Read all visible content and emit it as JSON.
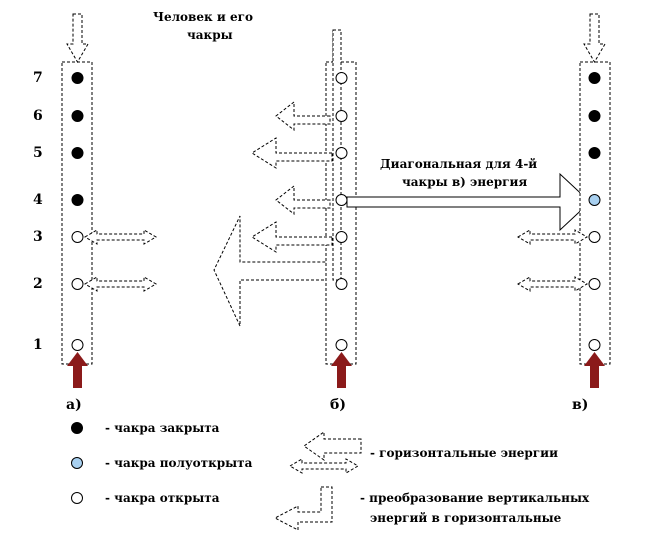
{
  "title_line1": "Человек и его",
  "title_line2": "чакры",
  "levels": [
    "7",
    "6",
    "5",
    "4",
    "3",
    "2",
    "1"
  ],
  "column_labels": {
    "a": "а)",
    "b": "б)",
    "c": "в)"
  },
  "diagonal_label_line1": "Диагональная для 4-й",
  "diagonal_label_line2": "чакры в) энергия",
  "legend": {
    "closed": "- чакра закрыта",
    "half_open": "- чакра полуоткрыта",
    "open": "- чакра открыта",
    "horizontal_energies": "- горизонтальные энергии",
    "conversion_line1": "- преобразование вертикальных",
    "conversion_line2": "энергий в горизонтальные"
  },
  "colors": {
    "closed": "#000000",
    "half_open": "#a8d0f0",
    "open": "#ffffff",
    "ground_arrow": "#8b1a1a"
  }
}
